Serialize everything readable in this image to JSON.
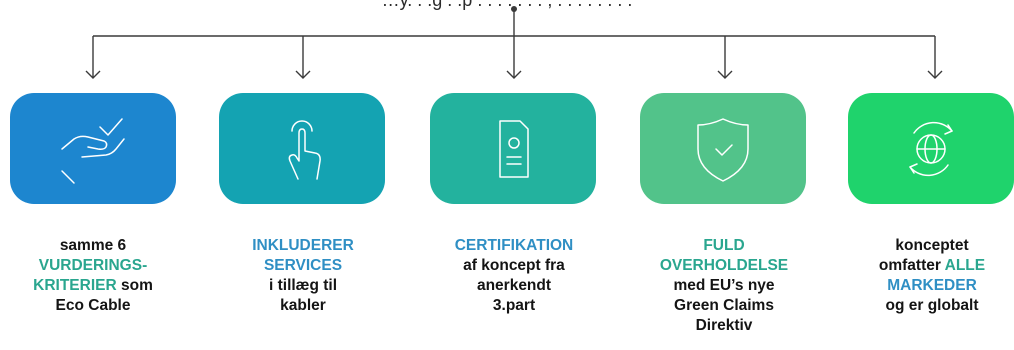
{
  "header": {
    "text": "…y. . .g . .p . . . . . . . , . . . . . . . ."
  },
  "colors": {
    "card1": "#1d86cf",
    "card2": "#14a3b2",
    "card3": "#23b29e",
    "card4": "#52c38a",
    "card5": "#1fd36c",
    "line": "#3a3a3a",
    "highlight_teal": "#2aa68f",
    "highlight_blue": "#2f8fc4"
  },
  "cards": [
    {
      "icon": "hand-check-icon",
      "lines": [
        "samme 6",
        "VURDERINGS-",
        "KRITERIER som",
        "Eco Cable"
      ]
    },
    {
      "icon": "touch-finger-icon",
      "lines": [
        "INKLUDERER",
        "SERVICES",
        "i tillæg til",
        "kabler"
      ]
    },
    {
      "icon": "certificate-icon",
      "lines": [
        "CERTIFIKATION",
        "af koncept fra",
        "anerkendt",
        "3.part"
      ]
    },
    {
      "icon": "shield-check-icon",
      "lines": [
        "FULD",
        "OVERHOLDELSE",
        "med EU’s nye",
        "Green Claims",
        "Direktiv"
      ]
    },
    {
      "icon": "globe-refresh-icon",
      "lines": [
        "konceptet",
        "omfatter",
        "ALLE",
        "MARKEDER",
        "og er globalt"
      ]
    }
  ]
}
